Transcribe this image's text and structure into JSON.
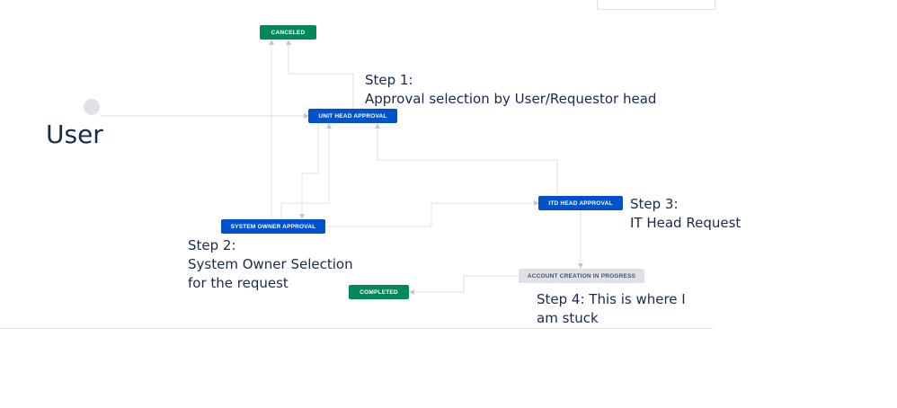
{
  "diagram": {
    "start_label": "User",
    "statuses": {
      "canceled": "CANCELED",
      "unit_head_approval": "UNIT HEAD APPROVAL",
      "system_owner_approval": "SYSTEM OWNER APPROVAL",
      "itd_head_approval": "ITD HEAD APPROVAL",
      "account_creation": "ACCOUNT CREATION IN PROGRESS",
      "completed": "COMPLETED"
    },
    "notes": {
      "step1": [
        "Step 1:",
        "Approval selection by User/Requestor head"
      ],
      "step2": [
        "Step 2:",
        "System Owner Selection",
        "for the request"
      ],
      "step3": [
        "Step 3:",
        "IT Head Request"
      ],
      "step4": [
        "Step 4:  This is where I",
        "am stuck"
      ]
    },
    "colors": {
      "green": "#00875a",
      "blue": "#0052cc",
      "grey": "#dfe1e6",
      "line": "#c1c7d0"
    }
  }
}
